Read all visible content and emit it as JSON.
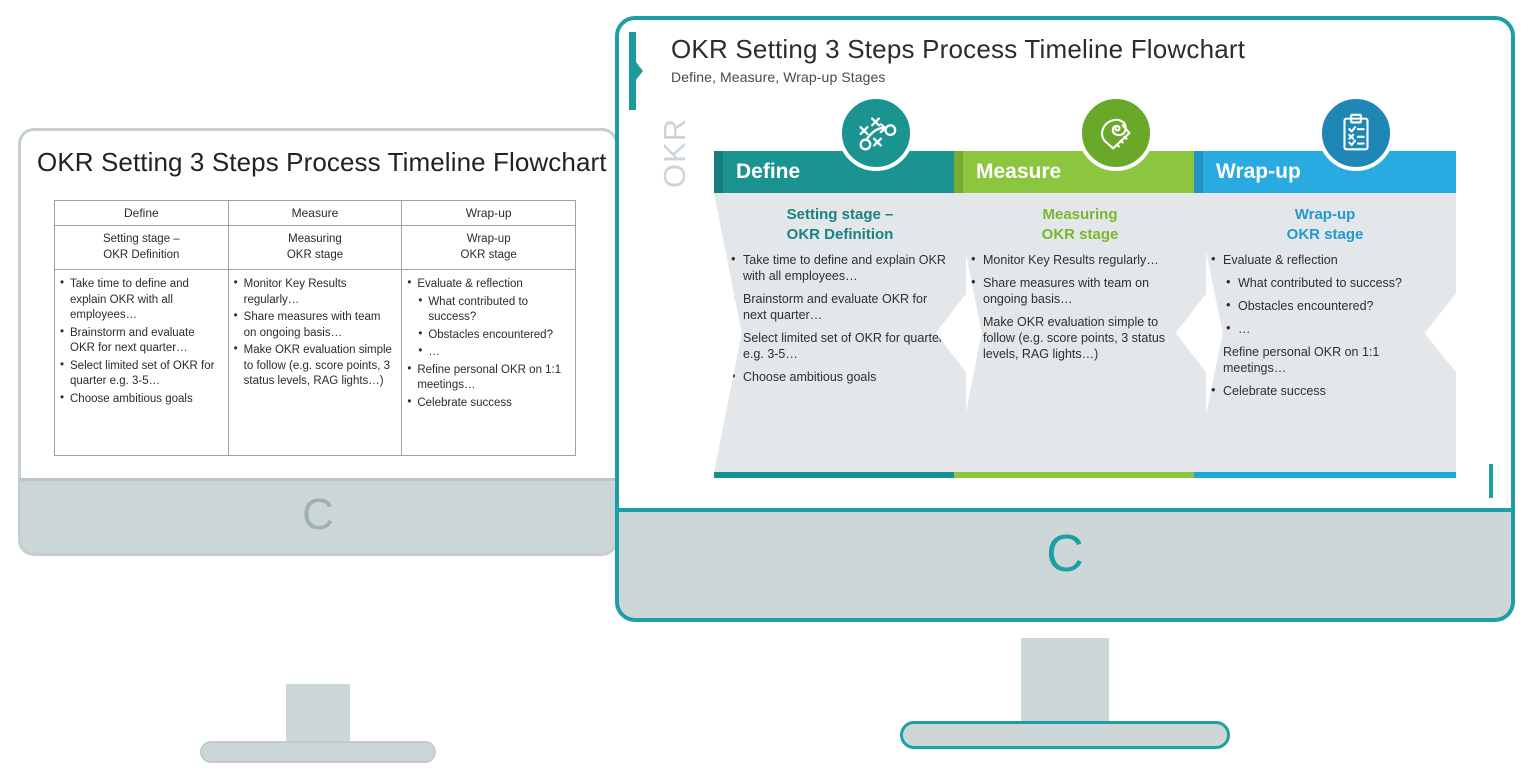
{
  "left_monitor": {
    "title": "OKR Setting 3 Steps Process Timeline Flowchart",
    "table": {
      "headers": [
        "Define",
        "Measure",
        "Wrap-up"
      ],
      "subheaders": [
        "Setting stage –\nOKR Definition",
        "Measuring\nOKR stage",
        "Wrap-up\nOKR stage"
      ],
      "columns": [
        [
          {
            "level": 1,
            "text": "Take time to define and explain OKR with all employees…"
          },
          {
            "level": 1,
            "text": "Brainstorm and evaluate OKR for next quarter…"
          },
          {
            "level": 1,
            "text": "Select limited set of OKR for quarter e.g. 3-5…"
          },
          {
            "level": 1,
            "text": "Choose ambitious goals"
          }
        ],
        [
          {
            "level": 1,
            "text": "Monitor Key Results regularly…"
          },
          {
            "level": 1,
            "text": "Share measures with team on ongoing basis…"
          },
          {
            "level": 1,
            "text": "Make OKR evaluation simple to follow (e.g. score points, 3 status levels, RAG lights…)"
          }
        ],
        [
          {
            "level": 1,
            "text": "Evaluate & reflection"
          },
          {
            "level": 2,
            "text": "What contributed to success?"
          },
          {
            "level": 2,
            "text": "Obstacles encountered?"
          },
          {
            "level": 2,
            "text": "…"
          },
          {
            "level": 1,
            "text": "Refine personal OKR on 1:1 meetings…"
          },
          {
            "level": 1,
            "text": "Celebrate success"
          }
        ]
      ]
    },
    "logo": "C"
  },
  "right_monitor": {
    "title": "OKR Setting 3 Steps Process Timeline Flowchart",
    "subtitle": "Define, Measure, Wrap-up Stages",
    "side_label": "OKR",
    "logo": "C",
    "columns": [
      {
        "header": "Define",
        "subheading": "Setting stage –\nOKR Definition",
        "icon": "strategy-playbook-icon",
        "color": "#1a9391",
        "accent_color": "#13908f",
        "items": [
          {
            "level": 1,
            "text": "Take time to define and explain OKR with all employees…"
          },
          {
            "level": 1,
            "text": "Brainstorm and evaluate OKR for next quarter…"
          },
          {
            "level": 1,
            "text": "Select limited set of OKR for quarter e.g. 3-5…"
          },
          {
            "level": 1,
            "text": "Choose ambitious goals"
          }
        ]
      },
      {
        "header": "Measure",
        "subheading": "Measuring\nOKR stage",
        "icon": "measuring-tape-icon",
        "color": "#8cc63e",
        "accent_color": "#8cc63e",
        "items": [
          {
            "level": 1,
            "text": "Monitor Key Results regularly…"
          },
          {
            "level": 1,
            "text": "Share measures with team on ongoing basis…"
          },
          {
            "level": 1,
            "text": "Make OKR evaluation simple to follow (e.g. score points, 3 status levels, RAG lights…)"
          }
        ]
      },
      {
        "header": "Wrap-up",
        "subheading": "Wrap-up\nOKR stage",
        "icon": "clipboard-checklist-icon",
        "color": "#29abe2",
        "accent_color": "#1aa8e0",
        "items": [
          {
            "level": 1,
            "text": "Evaluate & reflection"
          },
          {
            "level": 2,
            "text": "What contributed to success?"
          },
          {
            "level": 2,
            "text": "Obstacles encountered?"
          },
          {
            "level": 2,
            "text": "…"
          },
          {
            "level": 1,
            "text": "Refine personal OKR on 1:1 meetings…"
          },
          {
            "level": 1,
            "text": "Celebrate success"
          }
        ]
      }
    ]
  },
  "theme": {
    "teal": "#1c9fa5",
    "panel_grey": "#e3e7ea",
    "monitor_grey": "#cdd7d8",
    "title_dark": "#2c2c2c"
  }
}
